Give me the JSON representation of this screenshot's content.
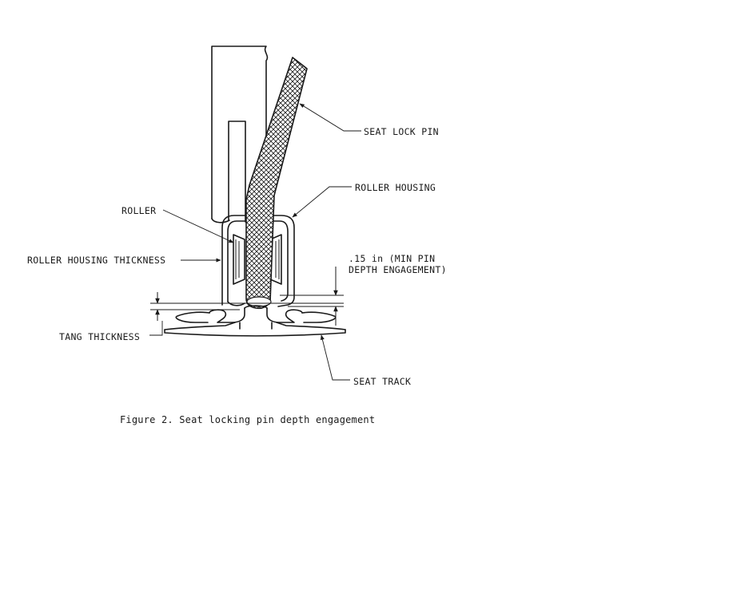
{
  "labels": {
    "seat_lock_pin": "SEAT LOCK PIN",
    "roller_housing": "ROLLER HOUSING",
    "roller": "ROLLER",
    "roller_housing_thickness": "ROLLER HOUSING THICKNESS",
    "min_pin_line1": ".15 in (MIN PIN",
    "min_pin_line2": "DEPTH ENGAGEMENT)",
    "tang_thickness": "TANG THICKNESS",
    "seat_track": "SEAT TRACK"
  },
  "caption": "Figure 2. Seat locking pin depth engagement"
}
